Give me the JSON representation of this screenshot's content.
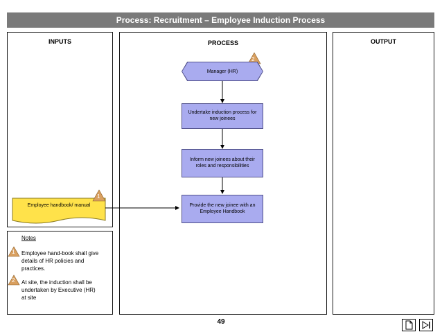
{
  "title": "Process: Recruitment – Employee Induction Process",
  "columns": {
    "inputs": "INPUTS",
    "process": "PROCESS",
    "output": "OUTPUT"
  },
  "process_steps": {
    "start": "Manager (HR)",
    "step1": "Undertake induction process for new joinees",
    "step2": "Inform new joinees about their roles and responsibilities",
    "step3": "Provide the new joinee with an Employee Handbook"
  },
  "inputs": {
    "document": "Employee handbook/ manual"
  },
  "markers": {
    "process_marker": "2",
    "input_marker": "1"
  },
  "notes": {
    "heading": "Notes",
    "items": [
      {
        "marker": "1",
        "text": "Employee hand-book shall give details of HR policies and practices."
      },
      {
        "marker": "2",
        "text": "At site, the induction shall be undertaken by Executive (HR) at site"
      }
    ]
  },
  "page_number": "49",
  "colors": {
    "title_bar": "#7a7a7a",
    "process_fill": "#a9abef",
    "document_fill": "#ffe24a",
    "marker_fill": "#d9a060"
  }
}
